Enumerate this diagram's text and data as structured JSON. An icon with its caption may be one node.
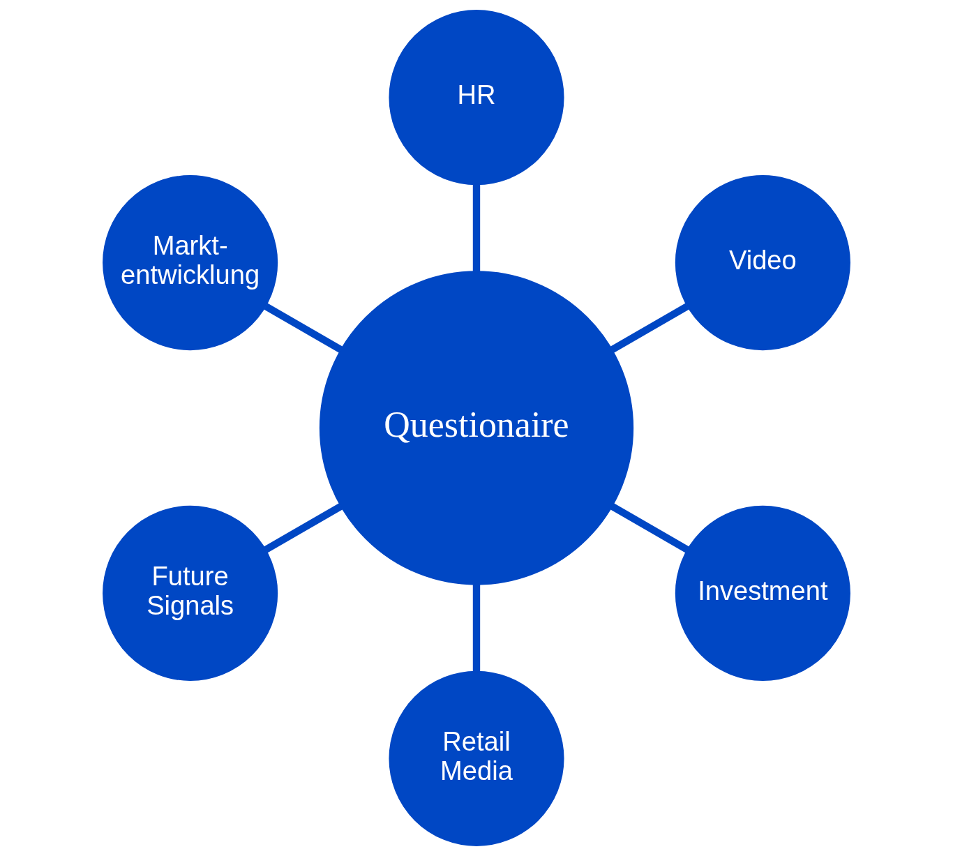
{
  "diagram": {
    "nodes": [
      {
        "text": [
          "Questionaire"
        ]
      },
      {
        "text": [
          "Video"
        ]
      },
      {
        "text": [
          "HR"
        ]
      },
      {
        "text": [
          "Markt- entwicklung"
        ]
      },
      {
        "text": [
          "Future Signals"
        ]
      },
      {
        "text": [
          "Retail Media"
        ]
      },
      {
        "text": [
          "Investment"
        ]
      }
    ],
    "edges": [
      {
        "from": 0,
        "to": 1,
        "arrow": "none"
      },
      {
        "from": 0,
        "to": 2,
        "arrow": "none"
      },
      {
        "from": 0,
        "to": 3,
        "arrow": "none"
      },
      {
        "from": 0,
        "to": 4,
        "arrow": "none"
      },
      {
        "from": 0,
        "to": 5,
        "arrow": "none"
      },
      {
        "from": 0,
        "to": 6,
        "arrow": "none"
      }
    ]
  }
}
